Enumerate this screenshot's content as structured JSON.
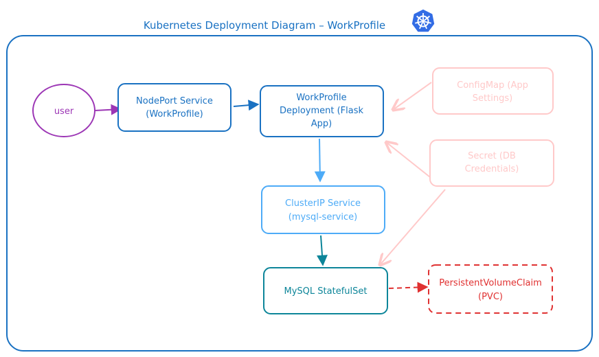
{
  "title": {
    "text": "Kubernetes Deployment Diagram – WorkProfile",
    "logo": "kubernetes-helm-icon",
    "color": "#1971c2"
  },
  "colors": {
    "frame": "#1971c2",
    "user": "#9c36b5",
    "nodeport": "#1971c2",
    "deployment": "#1971c2",
    "clusterip": "#4dabf7",
    "statefulset": "#0c8599",
    "configmap": "#ffc9c9",
    "secret": "#ffc9c9",
    "pvc": "#e03131",
    "logo": "#326ce5"
  },
  "nodes": {
    "user": {
      "label": "user"
    },
    "nodeport": {
      "line1": "NodePort Service",
      "line2": "(WorkProfile)"
    },
    "deployment": {
      "line1": "WorkProfile",
      "line2": "Deployment (Flask",
      "line3": "App)"
    },
    "clusterip": {
      "line1": "ClusterIP Service",
      "line2": "(mysql-service)"
    },
    "statefulset": {
      "label": "MySQL StatefulSet"
    },
    "configmap": {
      "line1": "ConfigMap (App",
      "line2": "Settings)"
    },
    "secret": {
      "line1": "Secret (DB",
      "line2": "Credentials)"
    },
    "pvc": {
      "line1": "PersistentVolumeClaim",
      "line2": "(PVC)"
    }
  },
  "edges": [
    {
      "from": "user",
      "to": "nodeport",
      "style": "solid"
    },
    {
      "from": "nodeport",
      "to": "deployment",
      "style": "solid"
    },
    {
      "from": "deployment",
      "to": "clusterip",
      "style": "solid"
    },
    {
      "from": "clusterip",
      "to": "statefulset",
      "style": "solid"
    },
    {
      "from": "configmap",
      "to": "deployment",
      "style": "solid"
    },
    {
      "from": "secret",
      "to": "deployment",
      "style": "solid"
    },
    {
      "from": "secret",
      "to": "statefulset",
      "style": "solid"
    },
    {
      "from": "statefulset",
      "to": "pvc",
      "style": "dashed"
    }
  ]
}
